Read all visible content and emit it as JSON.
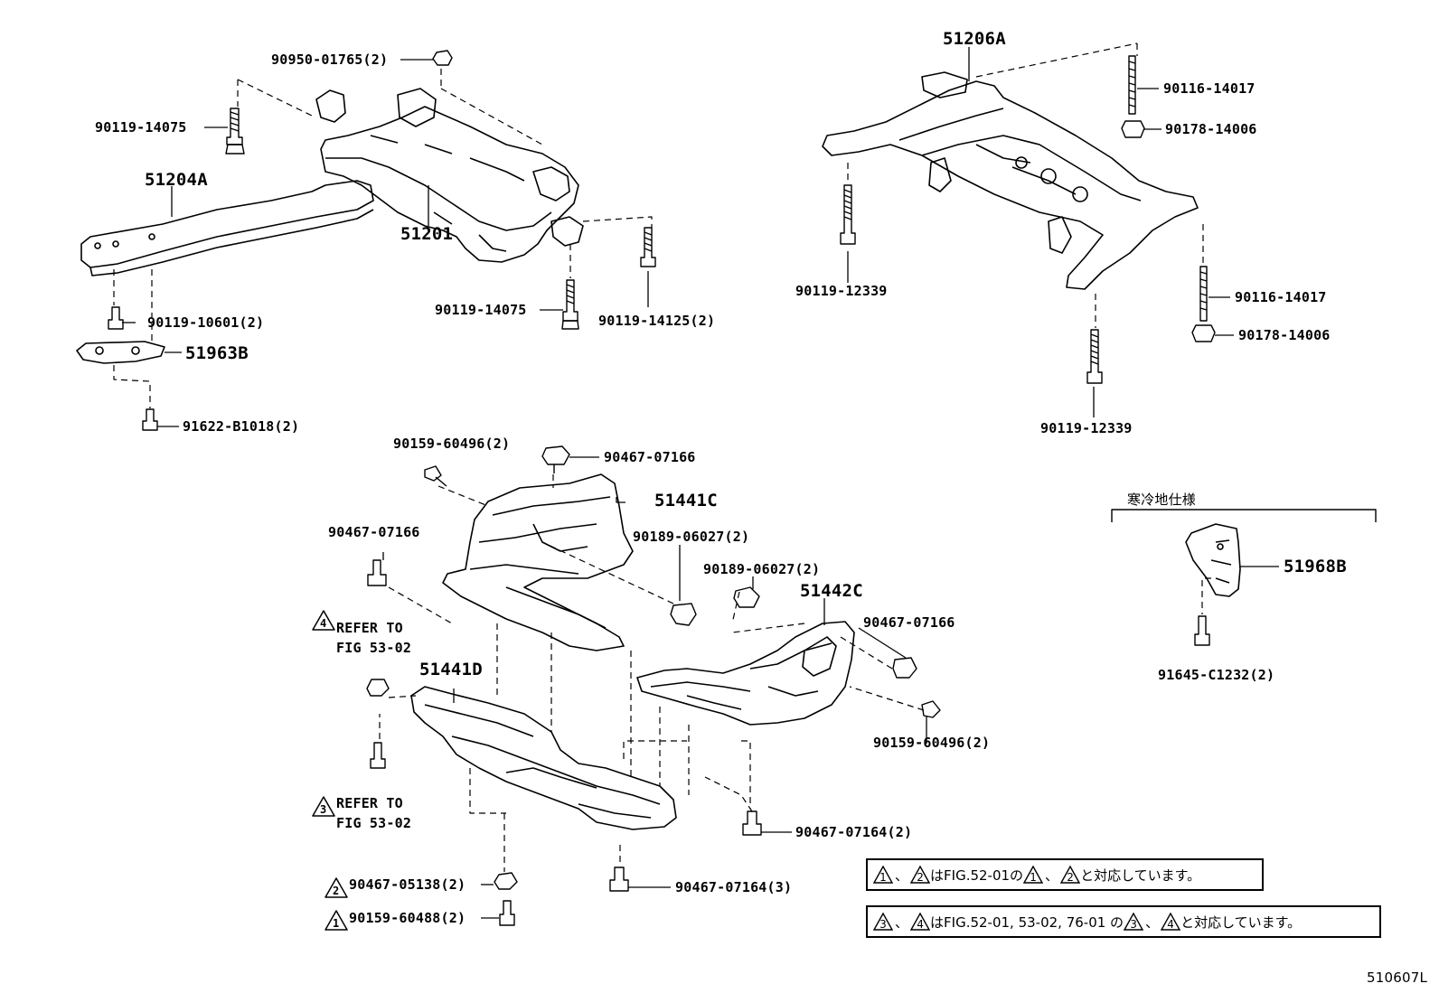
{
  "diagram": {
    "figure_code": "510607L",
    "parts": {
      "p90950_01765": "90950-01765(2)",
      "p90119_14075_a": "90119-14075",
      "p51204A": "51204A",
      "p51201": "51201",
      "p90119_10601": "90119-10601(2)",
      "p51963B": "51963B",
      "p91622_B1018": "91622-B1018(2)",
      "p90119_14075_b": "90119-14075",
      "p90119_14125": "90119-14125(2)",
      "p51206A": "51206A",
      "p90116_14017_a": "90116-14017",
      "p90178_14006_a": "90178-14006",
      "p90119_12339_a": "90119-12339",
      "p90116_14017_b": "90116-14017",
      "p90178_14006_b": "90178-14006",
      "p90119_12339_b": "90119-12339",
      "p90159_60496_a": "90159-60496(2)",
      "p90467_07166_a": "90467-07166",
      "p51441C": "51441C",
      "p90467_07166_b": "90467-07166",
      "p90189_06027_a": "90189-06027(2)",
      "p90189_06027_b": "90189-06027(2)",
      "p51442C": "51442C",
      "p90467_07166_c": "90467-07166",
      "p51441D": "51441D",
      "p90159_60496_b": "90159-60496(2)",
      "p90467_07164_a": "90467-07164(2)",
      "p90467_07164_b": "90467-07164(3)",
      "p90467_05138": "90467-05138(2)",
      "p90159_60488": "90159-60488(2)",
      "p51968B": "51968B",
      "p91645_C1232": "91645-C1232(2)"
    },
    "refers": {
      "r4_line1": "REFER TO",
      "r4_line2": "FIG 53-02",
      "r3_line1": "REFER TO",
      "r3_line2": "FIG 53-02"
    },
    "triangle_marks": {
      "one": "1",
      "two": "2",
      "three": "3",
      "four": "4"
    },
    "cold_region_label": "寒冷地仕様",
    "notes": {
      "note1_sep": "、",
      "note1_mid": "はFIG.52-01の",
      "note1_sep2": "、",
      "note1_end": "と対応しています。",
      "note2_sep": "、",
      "note2_mid": "はFIG.52-01, 53-02, 76-01 の",
      "note2_sep2": "、",
      "note2_end": "と対応しています。"
    }
  }
}
